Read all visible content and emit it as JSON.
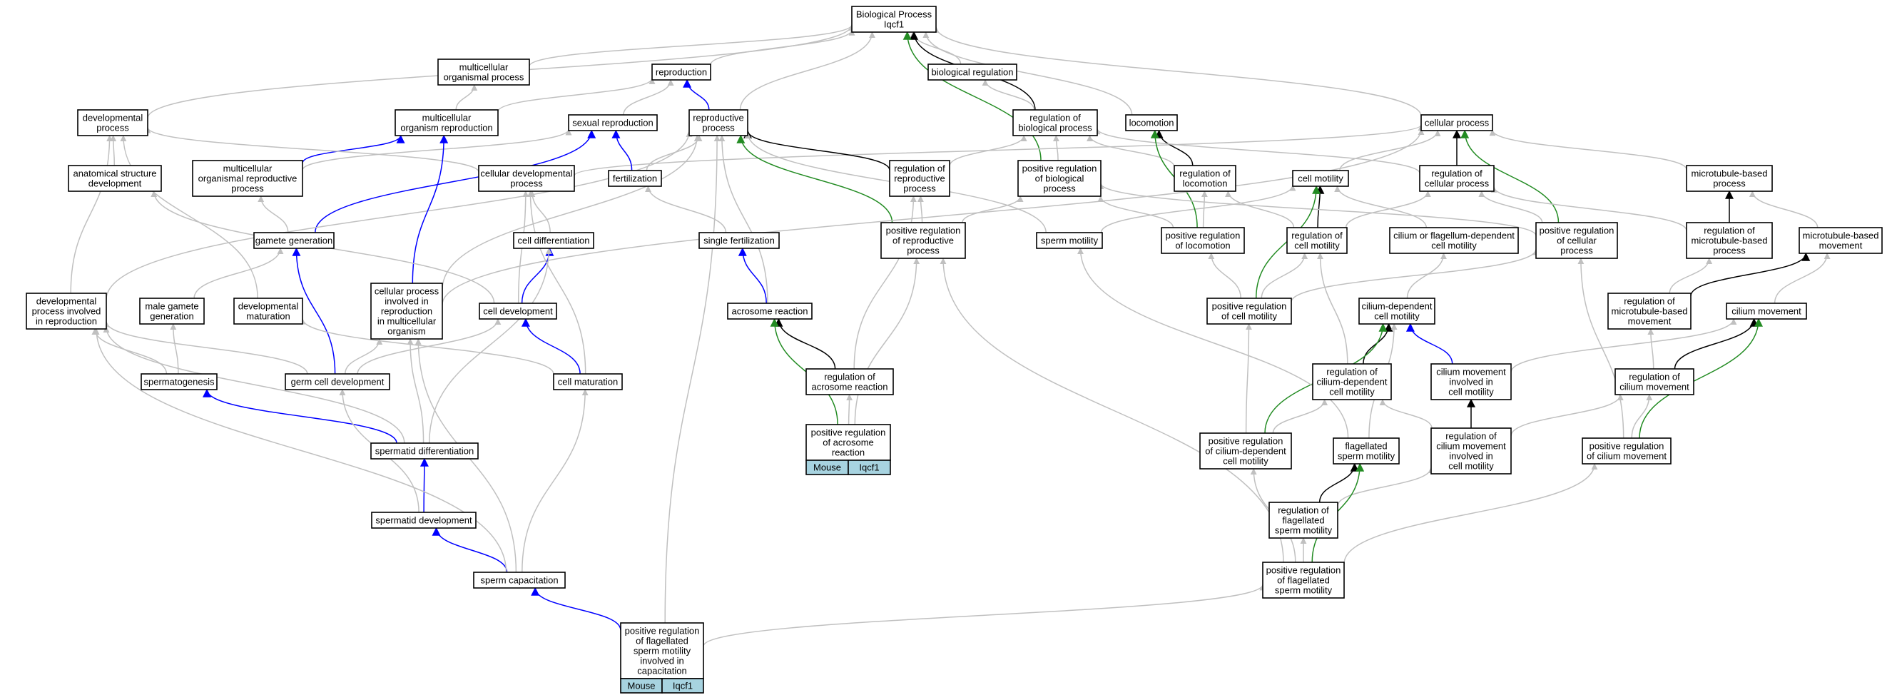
{
  "colors": {
    "is_a": "#c0c0c0",
    "part_of": "#0000ff",
    "regulates": "#000000",
    "positively_regulates": "#228b22",
    "badge_fill": "#a7d3e0"
  },
  "nodes": {
    "root": [
      "Biological Process",
      "Iqcf1"
    ],
    "multicellular_organismal_process": [
      "multicellular",
      "organismal process"
    ],
    "reproduction": [
      "reproduction"
    ],
    "biological_regulation": [
      "biological regulation"
    ],
    "developmental_process": [
      "developmental",
      "process"
    ],
    "multicellular_organism_reproduction": [
      "multicellular",
      "organism reproduction"
    ],
    "sexual_reproduction": [
      "sexual reproduction"
    ],
    "reproductive_process": [
      "reproductive",
      "process"
    ],
    "regulation_of_biological_process": [
      "regulation of",
      "biological process"
    ],
    "locomotion": [
      "locomotion"
    ],
    "cellular_process": [
      "cellular process"
    ],
    "anatomical_structure_development": [
      "anatomical structure",
      "development"
    ],
    "multicellular_organismal_reproductive_process": [
      "multicellular",
      "organismal reproductive",
      "process"
    ],
    "cellular_developmental_process": [
      "cellular developmental",
      "process"
    ],
    "fertilization": [
      "fertilization"
    ],
    "regulation_of_reproductive_process": [
      "regulation of",
      "reproductive",
      "process"
    ],
    "positive_regulation_of_biological_process": [
      "positive regulation",
      "of biological",
      "process"
    ],
    "regulation_of_locomotion": [
      "regulation of",
      "locomotion"
    ],
    "cell_motility": [
      "cell motility"
    ],
    "regulation_of_cellular_process": [
      "regulation of",
      "cellular process"
    ],
    "microtubule_based_process": [
      "microtubule-based",
      "process"
    ],
    "gamete_generation": [
      "gamete generation"
    ],
    "cell_differentiation": [
      "cell differentiation"
    ],
    "single_fertilization": [
      "single fertilization"
    ],
    "positive_regulation_of_reproductive_process": [
      "positive regulation",
      "of reproductive",
      "process"
    ],
    "sperm_motility": [
      "sperm motility"
    ],
    "positive_regulation_of_locomotion": [
      "positive regulation",
      "of locomotion"
    ],
    "regulation_of_cell_motility": [
      "regulation of",
      "cell motility"
    ],
    "cilium_or_flagellum_dependent_cell_motility": [
      "cilium or flagellum-dependent",
      "cell motility"
    ],
    "positive_regulation_of_cellular_process": [
      "positive regulation",
      "of cellular",
      "process"
    ],
    "regulation_of_microtubule_based_process": [
      "regulation of",
      "microtubule-based",
      "process"
    ],
    "microtubule_based_movement": [
      "microtubule-based",
      "movement"
    ],
    "developmental_process_involved_in_reproduction": [
      "developmental",
      "process involved",
      "in reproduction"
    ],
    "male_gamete_generation": [
      "male gamete",
      "generation"
    ],
    "developmental_maturation": [
      "developmental",
      "maturation"
    ],
    "cellular_process_involved_in_reproduction": [
      "cellular process",
      "involved in",
      "reproduction",
      "in multicellular",
      "organism"
    ],
    "cell_development": [
      "cell development"
    ],
    "acrosome_reaction": [
      "acrosome reaction"
    ],
    "positive_regulation_of_cell_motility": [
      "positive regulation",
      "of cell motility"
    ],
    "cilium_dependent_cell_motility": [
      "cilium-dependent",
      "cell motility"
    ],
    "regulation_of_microtubule_based_movement": [
      "regulation of",
      "microtubule-based",
      "movement"
    ],
    "cilium_movement": [
      "cilium movement"
    ],
    "spermatogenesis": [
      "spermatogenesis"
    ],
    "germ_cell_development": [
      "germ cell development"
    ],
    "cell_maturation": [
      "cell maturation"
    ],
    "regulation_of_acrosome_reaction": [
      "regulation of",
      "acrosome reaction"
    ],
    "regulation_of_cilium_dependent_cell_motility": [
      "regulation of",
      "cilium-dependent",
      "cell motility"
    ],
    "cilium_movement_involved_in_cell_motility": [
      "cilium movement",
      "involved in",
      "cell motility"
    ],
    "regulation_of_cilium_movement": [
      "regulation of",
      "cilium movement"
    ],
    "positive_regulation_of_acrosome_reaction": [
      "positive regulation",
      "of acrosome",
      "reaction"
    ],
    "spermatid_differentiation": [
      "spermatid differentiation"
    ],
    "positive_regulation_of_cilium_dependent_cell_motility": [
      "positive regulation",
      "of cilium-dependent",
      "cell motility"
    ],
    "flagellated_sperm_motility": [
      "flagellated",
      "sperm motility"
    ],
    "regulation_of_cilium_movement_involved_in_cell_motility": [
      "regulation of",
      "cilium movement",
      "involved in",
      "cell motility"
    ],
    "positive_regulation_of_cilium_movement": [
      "positive regulation",
      "of cilium movement"
    ],
    "spermatid_development": [
      "spermatid development"
    ],
    "regulation_of_flagellated_sperm_motility": [
      "regulation of",
      "flagellated",
      "sperm motility"
    ],
    "sperm_capacitation": [
      "sperm capacitation"
    ],
    "positive_regulation_of_flagellated_sperm_motility": [
      "positive regulation",
      "of flagellated",
      "sperm motility"
    ],
    "positive_regulation_of_flagellated_sperm_motility_involved_in_capacitation": [
      "positive regulation",
      "of flagellated",
      "sperm motility",
      "involved in",
      "capacitation"
    ]
  },
  "annotations": {
    "positive_regulation_of_acrosome_reaction": [
      "Mouse",
      "Iqcf1"
    ],
    "positive_regulation_of_flagellated_sperm_motility_involved_in_capacitation": [
      "Mouse",
      "Iqcf1"
    ]
  },
  "edges": [
    [
      "multicellular_organismal_process",
      "root",
      "is_a"
    ],
    [
      "reproduction",
      "root",
      "is_a"
    ],
    [
      "biological_regulation",
      "root",
      "is_a"
    ],
    [
      "developmental_process",
      "root",
      "is_a"
    ],
    [
      "reproductive_process",
      "root",
      "is_a"
    ],
    [
      "regulation_of_biological_process",
      "root",
      "regulates"
    ],
    [
      "locomotion",
      "root",
      "is_a"
    ],
    [
      "cellular_process",
      "root",
      "is_a"
    ],
    [
      "positive_regulation_of_biological_process",
      "root",
      "positively_regulates"
    ],
    [
      "multicellular_organism_reproduction",
      "multicellular_organismal_process",
      "is_a"
    ],
    [
      "multicellular_organism_reproduction",
      "reproduction",
      "is_a"
    ],
    [
      "sexual_reproduction",
      "reproduction",
      "is_a"
    ],
    [
      "reproductive_process",
      "reproduction",
      "part_of"
    ],
    [
      "regulation_of_biological_process",
      "biological_regulation",
      "is_a"
    ],
    [
      "anatomical_structure_development",
      "developmental_process",
      "is_a"
    ],
    [
      "multicellular_organismal_reproductive_process",
      "multicellular_organism_reproduction",
      "part_of"
    ],
    [
      "multicellular_organismal_reproductive_process",
      "sexual_reproduction",
      "is_a"
    ],
    [
      "cellular_developmental_process",
      "developmental_process",
      "is_a"
    ],
    [
      "cellular_developmental_process",
      "cellular_process",
      "is_a"
    ],
    [
      "fertilization",
      "sexual_reproduction",
      "part_of"
    ],
    [
      "fertilization",
      "reproductive_process",
      "is_a"
    ],
    [
      "regulation_of_reproductive_process",
      "reproductive_process",
      "regulates"
    ],
    [
      "regulation_of_reproductive_process",
      "regulation_of_biological_process",
      "is_a"
    ],
    [
      "positive_regulation_of_biological_process",
      "regulation_of_biological_process",
      "is_a"
    ],
    [
      "regulation_of_locomotion",
      "locomotion",
      "regulates"
    ],
    [
      "regulation_of_locomotion",
      "regulation_of_biological_process",
      "is_a"
    ],
    [
      "cell_motility",
      "cellular_process",
      "is_a"
    ],
    [
      "regulation_of_cellular_process",
      "cellular_process",
      "regulates"
    ],
    [
      "regulation_of_cellular_process",
      "regulation_of_biological_process",
      "is_a"
    ],
    [
      "microtubule_based_process",
      "cellular_process",
      "is_a"
    ],
    [
      "gamete_generation",
      "multicellular_organismal_reproductive_process",
      "is_a"
    ],
    [
      "gamete_generation",
      "sexual_reproduction",
      "part_of"
    ],
    [
      "cell_differentiation",
      "cellular_developmental_process",
      "is_a"
    ],
    [
      "single_fertilization",
      "fertilization",
      "is_a"
    ],
    [
      "positive_regulation_of_reproductive_process",
      "regulation_of_reproductive_process",
      "is_a"
    ],
    [
      "positive_regulation_of_reproductive_process",
      "reproductive_process",
      "positively_regulates"
    ],
    [
      "positive_regulation_of_reproductive_process",
      "positive_regulation_of_biological_process",
      "is_a"
    ],
    [
      "sperm_motility",
      "cell_motility",
      "is_a"
    ],
    [
      "sperm_motility",
      "reproductive_process",
      "is_a"
    ],
    [
      "positive_regulation_of_locomotion",
      "regulation_of_locomotion",
      "is_a"
    ],
    [
      "positive_regulation_of_locomotion",
      "locomotion",
      "positively_regulates"
    ],
    [
      "positive_regulation_of_locomotion",
      "positive_regulation_of_biological_process",
      "is_a"
    ],
    [
      "regulation_of_cell_motility",
      "cell_motility",
      "regulates"
    ],
    [
      "regulation_of_cell_motility",
      "regulation_of_locomotion",
      "is_a"
    ],
    [
      "regulation_of_cell_motility",
      "regulation_of_cellular_process",
      "is_a"
    ],
    [
      "cilium_or_flagellum_dependent_cell_motility",
      "cell_motility",
      "is_a"
    ],
    [
      "positive_regulation_of_cellular_process",
      "regulation_of_cellular_process",
      "is_a"
    ],
    [
      "positive_regulation_of_cellular_process",
      "cellular_process",
      "positively_regulates"
    ],
    [
      "positive_regulation_of_cellular_process",
      "positive_regulation_of_biological_process",
      "is_a"
    ],
    [
      "regulation_of_microtubule_based_process",
      "microtubule_based_process",
      "regulates"
    ],
    [
      "regulation_of_microtubule_based_process",
      "regulation_of_cellular_process",
      "is_a"
    ],
    [
      "microtubule_based_movement",
      "microtubule_based_process",
      "is_a"
    ],
    [
      "developmental_process_involved_in_reproduction",
      "developmental_process",
      "is_a"
    ],
    [
      "developmental_process_involved_in_reproduction",
      "reproductive_process",
      "is_a"
    ],
    [
      "male_gamete_generation",
      "gamete_generation",
      "is_a"
    ],
    [
      "developmental_maturation",
      "developmental_process",
      "is_a"
    ],
    [
      "cellular_process_involved_in_reproduction",
      "multicellular_organism_reproduction",
      "part_of"
    ],
    [
      "cellular_process_involved_in_reproduction",
      "reproductive_process",
      "is_a"
    ],
    [
      "cellular_process_involved_in_reproduction",
      "cellular_process",
      "is_a"
    ],
    [
      "cell_development",
      "anatomical_structure_development",
      "is_a"
    ],
    [
      "cell_development",
      "cell_differentiation",
      "part_of"
    ],
    [
      "cell_development",
      "cellular_developmental_process",
      "is_a"
    ],
    [
      "acrosome_reaction",
      "single_fertilization",
      "part_of"
    ],
    [
      "acrosome_reaction",
      "reproductive_process",
      "is_a"
    ],
    [
      "positive_regulation_of_cell_motility",
      "regulation_of_cell_motility",
      "is_a"
    ],
    [
      "positive_regulation_of_cell_motility",
      "cell_motility",
      "positively_regulates"
    ],
    [
      "positive_regulation_of_cell_motility",
      "positive_regulation_of_locomotion",
      "is_a"
    ],
    [
      "positive_regulation_of_cell_motility",
      "positive_regulation_of_cellular_process",
      "is_a"
    ],
    [
      "cilium_dependent_cell_motility",
      "cilium_or_flagellum_dependent_cell_motility",
      "is_a"
    ],
    [
      "regulation_of_microtubule_based_movement",
      "microtubule_based_movement",
      "regulates"
    ],
    [
      "regulation_of_microtubule_based_movement",
      "regulation_of_microtubule_based_process",
      "is_a"
    ],
    [
      "cilium_movement",
      "microtubule_based_movement",
      "is_a"
    ],
    [
      "spermatogenesis",
      "male_gamete_generation",
      "is_a"
    ],
    [
      "spermatogenesis",
      "developmental_process_involved_in_reproduction",
      "is_a"
    ],
    [
      "germ_cell_development",
      "cell_development",
      "is_a"
    ],
    [
      "germ_cell_development",
      "gamete_generation",
      "part_of"
    ],
    [
      "germ_cell_development",
      "developmental_process_involved_in_reproduction",
      "is_a"
    ],
    [
      "germ_cell_development",
      "cellular_process_involved_in_reproduction",
      "is_a"
    ],
    [
      "cell_maturation",
      "cell_development",
      "part_of"
    ],
    [
      "cell_maturation",
      "developmental_maturation",
      "is_a"
    ],
    [
      "cell_maturation",
      "cellular_developmental_process",
      "is_a"
    ],
    [
      "regulation_of_acrosome_reaction",
      "acrosome_reaction",
      "regulates"
    ],
    [
      "regulation_of_acrosome_reaction",
      "regulation_of_reproductive_process",
      "is_a"
    ],
    [
      "regulation_of_cilium_dependent_cell_motility",
      "cilium_dependent_cell_motility",
      "regulates"
    ],
    [
      "regulation_of_cilium_dependent_cell_motility",
      "regulation_of_cell_motility",
      "is_a"
    ],
    [
      "cilium_movement_involved_in_cell_motility",
      "cilium_dependent_cell_motility",
      "part_of"
    ],
    [
      "cilium_movement_involved_in_cell_motility",
      "cilium_movement",
      "is_a"
    ],
    [
      "regulation_of_cilium_movement",
      "cilium_movement",
      "regulates"
    ],
    [
      "regulation_of_cilium_movement",
      "regulation_of_microtubule_based_movement",
      "is_a"
    ],
    [
      "positive_regulation_of_acrosome_reaction",
      "regulation_of_acrosome_reaction",
      "is_a"
    ],
    [
      "positive_regulation_of_acrosome_reaction",
      "acrosome_reaction",
      "positively_regulates"
    ],
    [
      "positive_regulation_of_acrosome_reaction",
      "positive_regulation_of_reproductive_process",
      "is_a"
    ],
    [
      "spermatid_differentiation",
      "spermatogenesis",
      "part_of"
    ],
    [
      "spermatid_differentiation",
      "cell_differentiation",
      "is_a"
    ],
    [
      "spermatid_differentiation",
      "developmental_process_involved_in_reproduction",
      "is_a"
    ],
    [
      "spermatid_differentiation",
      "cellular_process_involved_in_reproduction",
      "is_a"
    ],
    [
      "positive_regulation_of_cilium_dependent_cell_motility",
      "regulation_of_cilium_dependent_cell_motility",
      "is_a"
    ],
    [
      "positive_regulation_of_cilium_dependent_cell_motility",
      "cilium_dependent_cell_motility",
      "positively_regulates"
    ],
    [
      "positive_regulation_of_cilium_dependent_cell_motility",
      "positive_regulation_of_cell_motility",
      "is_a"
    ],
    [
      "flagellated_sperm_motility",
      "cilium_dependent_cell_motility",
      "is_a"
    ],
    [
      "flagellated_sperm_motility",
      "sperm_motility",
      "is_a"
    ],
    [
      "regulation_of_cilium_movement_involved_in_cell_motility",
      "cilium_movement_involved_in_cell_motility",
      "regulates"
    ],
    [
      "regulation_of_cilium_movement_involved_in_cell_motility",
      "regulation_of_cilium_dependent_cell_motility",
      "is_a"
    ],
    [
      "regulation_of_cilium_movement_involved_in_cell_motility",
      "regulation_of_cilium_movement",
      "is_a"
    ],
    [
      "positive_regulation_of_cilium_movement",
      "regulation_of_cilium_movement",
      "is_a"
    ],
    [
      "positive_regulation_of_cilium_movement",
      "cilium_movement",
      "positively_regulates"
    ],
    [
      "positive_regulation_of_cilium_movement",
      "positive_regulation_of_cellular_process",
      "is_a"
    ],
    [
      "spermatid_development",
      "spermatid_differentiation",
      "part_of"
    ],
    [
      "spermatid_development",
      "germ_cell_development",
      "is_a"
    ],
    [
      "regulation_of_flagellated_sperm_motility",
      "flagellated_sperm_motility",
      "regulates"
    ],
    [
      "regulation_of_flagellated_sperm_motility",
      "regulation_of_cilium_movement_involved_in_cell_motility",
      "is_a"
    ],
    [
      "sperm_capacitation",
      "spermatid_development",
      "part_of"
    ],
    [
      "sperm_capacitation",
      "developmental_process_involved_in_reproduction",
      "is_a"
    ],
    [
      "sperm_capacitation",
      "cell_maturation",
      "is_a"
    ],
    [
      "sperm_capacitation",
      "cellular_process_involved_in_reproduction",
      "is_a"
    ],
    [
      "positive_regulation_of_flagellated_sperm_motility",
      "regulation_of_flagellated_sperm_motility",
      "is_a"
    ],
    [
      "positive_regulation_of_flagellated_sperm_motility",
      "flagellated_sperm_motility",
      "positively_regulates"
    ],
    [
      "positive_regulation_of_flagellated_sperm_motility",
      "positive_regulation_of_cilium_dependent_cell_motility",
      "is_a"
    ],
    [
      "positive_regulation_of_flagellated_sperm_motility",
      "positive_regulation_of_cilium_movement",
      "is_a"
    ],
    [
      "positive_regulation_of_flagellated_sperm_motility",
      "positive_regulation_of_reproductive_process",
      "is_a"
    ],
    [
      "positive_regulation_of_flagellated_sperm_motility_involved_in_capacitation",
      "sperm_capacitation",
      "part_of"
    ],
    [
      "positive_regulation_of_flagellated_sperm_motility_involved_in_capacitation",
      "positive_regulation_of_flagellated_sperm_motility",
      "is_a"
    ],
    [
      "positive_regulation_of_flagellated_sperm_motility_involved_in_capacitation",
      "reproductive_process",
      "is_a"
    ]
  ]
}
